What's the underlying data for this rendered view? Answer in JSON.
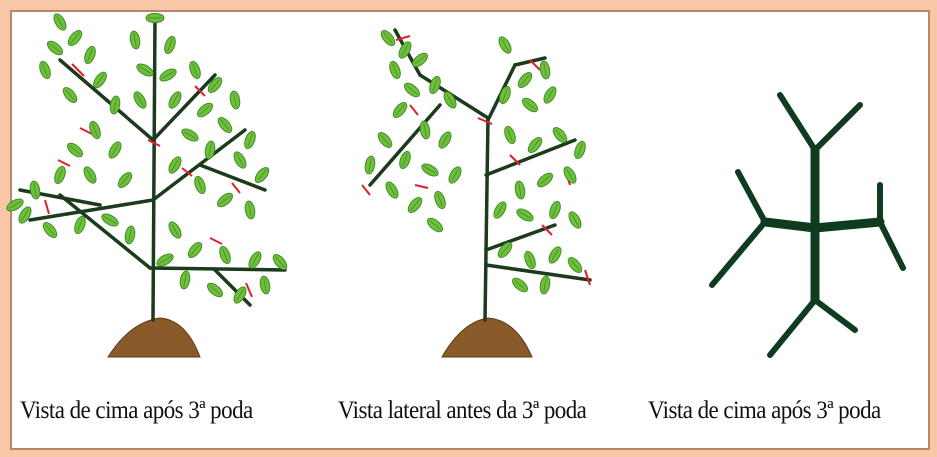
{
  "captions": {
    "left": "Vista de cima após 3ª poda",
    "middle": "Vista lateral antes da 3ª poda",
    "right": "Vista de cima após 3ª poda"
  },
  "colors": {
    "frame": "#f7c7a8",
    "stem": "#1c3a1c",
    "leaf": "#6fbf3a",
    "leaf_dark": "#3f8f28",
    "cut_mark": "#e0202a",
    "soil": "#8b5a2b",
    "pruned_stem": "#0f3b1f"
  }
}
